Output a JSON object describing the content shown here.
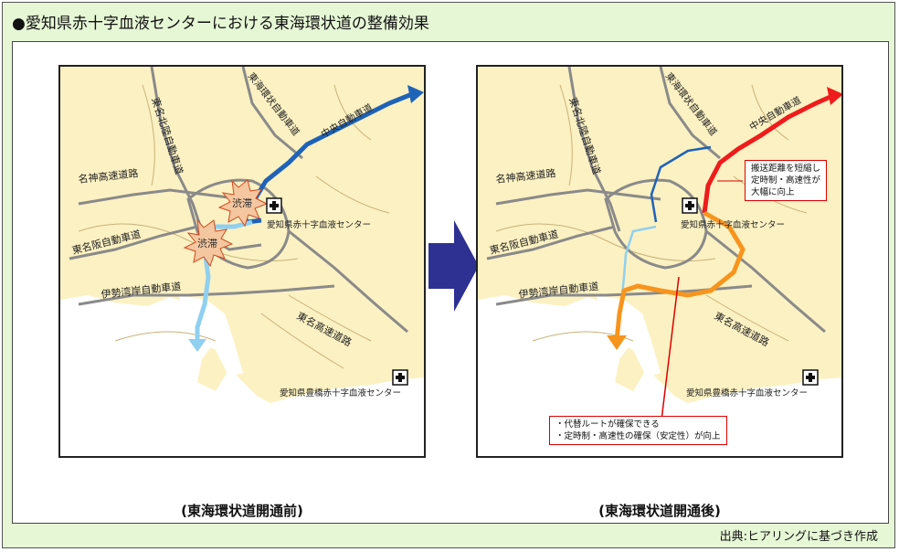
{
  "title": "●愛知県赤十字血液センターにおける東海環状道の整備効果",
  "source": "出典:ヒアリングに基づき作成",
  "maps": [
    {
      "caption": "(東海環状道開通前)",
      "labels": {
        "tomei_kita": "東名北陸自動車道",
        "chuo_expressway": "中央自動車道",
        "tokai_loop": "東海環状自動車道",
        "meishin": "名神高速道路",
        "higashi_meihan": "東名阪自動車道",
        "isewangan": "伊勢湾岸自動車道",
        "tomei": "東名高速道路",
        "center_aichi": "愛知県赤十字血液センター",
        "center_toyohashi": "愛知県豊橋赤十字血液センター",
        "congestion_1": "渋滞",
        "congestion_2": "渋滞"
      }
    },
    {
      "caption": "(東海環状道開通後)",
      "labels": {
        "tomei_kita": "東名北陸自動車道",
        "chuo_expressway": "中央自動車道",
        "tokai_loop": "東海環状自動車道",
        "meishin": "名神高速道路",
        "higashi_meihan": "東名阪自動車道",
        "isewangan": "伊勢湾岸自動車道",
        "tomei": "東名高速道路",
        "center_aichi": "愛知県赤十字血液センター",
        "center_toyohashi": "愛知県豊橋赤十字血液センター"
      },
      "notes": {
        "north_1": "搬送距離を短縮し",
        "north_2": "定時制・高速性が",
        "north_3": "大幅に向上",
        "south_1": "・代替ルートが確保できる",
        "south_2": "・定時制・高速性の確保（安定性）が向上"
      }
    }
  ],
  "colors": {
    "land": "#fcf1c2",
    "sea": "#ffffff",
    "expressway": "#8a8a8a",
    "route_blue": "#1e63b8",
    "route_lightblue": "#8fd0f0",
    "route_red": "#ee1c1c",
    "route_orange": "#f7941d",
    "arrow": "#2e3192"
  }
}
